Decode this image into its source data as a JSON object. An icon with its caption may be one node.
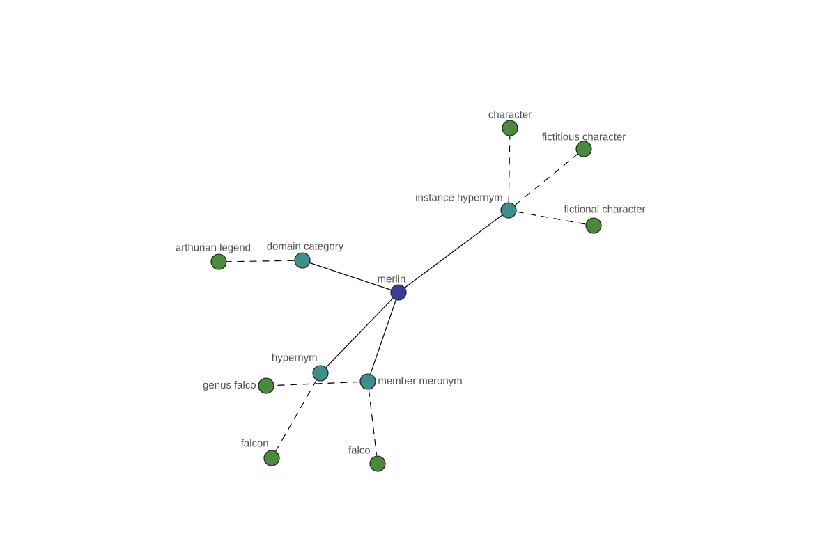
{
  "diagram": {
    "nodes": [
      {
        "text": [
          "character"
        ]
      },
      {
        "text": [
          "fictitious character"
        ]
      },
      {
        "text": [
          "instance hypernym"
        ]
      },
      {
        "text": [
          "fictional character"
        ]
      },
      {
        "text": [
          "arthurian legend"
        ]
      },
      {
        "text": [
          "domain category"
        ]
      },
      {
        "text": [
          "merlin"
        ]
      },
      {
        "text": [
          "genus falco"
        ]
      },
      {
        "text": [
          "hypernym"
        ]
      },
      {
        "text": [
          "member meronym"
        ]
      },
      {
        "text": [
          "falcon"
        ]
      },
      {
        "text": [
          "falco"
        ]
      }
    ],
    "edges": [
      {
        "from": 6,
        "to": 5,
        "arrow": "none"
      },
      {
        "from": 5,
        "to": 4,
        "arrow": "none",
        "style": "dashed"
      },
      {
        "from": 6,
        "to": 2,
        "arrow": "none"
      },
      {
        "from": 2,
        "to": 0,
        "arrow": "none",
        "style": "dashed"
      },
      {
        "from": 2,
        "to": 1,
        "arrow": "none",
        "style": "dashed"
      },
      {
        "from": 2,
        "to": 3,
        "arrow": "none",
        "style": "dashed"
      },
      {
        "from": 6,
        "to": 8,
        "arrow": "none"
      },
      {
        "from": 6,
        "to": 9,
        "arrow": "none"
      },
      {
        "from": 8,
        "to": 10,
        "arrow": "none",
        "style": "dashed"
      },
      {
        "from": 9,
        "to": 7,
        "arrow": "none",
        "style": "dashed"
      },
      {
        "from": 9,
        "to": 11,
        "arrow": "none",
        "style": "dashed"
      }
    ]
  }
}
